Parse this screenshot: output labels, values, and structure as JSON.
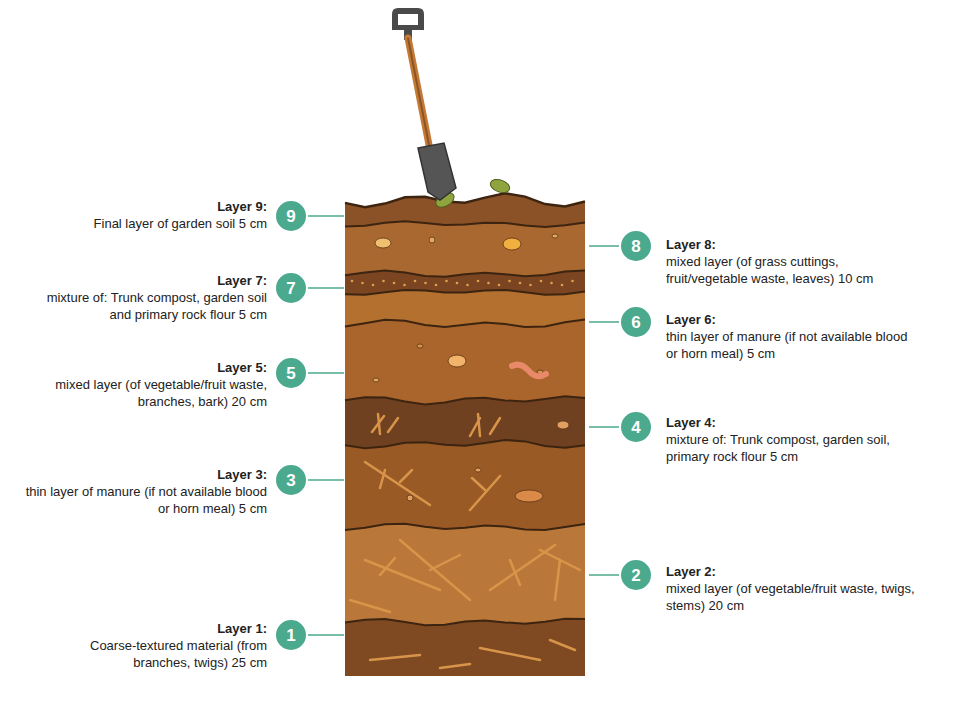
{
  "diagram": {
    "nodes": [
      {
        "text": [
          "9"
        ]
      },
      {
        "text": [
          "8"
        ]
      },
      {
        "text": [
          "7"
        ]
      },
      {
        "text": [
          "6"
        ]
      },
      {
        "text": [
          "5"
        ]
      },
      {
        "text": [
          "4"
        ]
      },
      {
        "text": [
          "3"
        ]
      },
      {
        "text": [
          "2"
        ]
      },
      {
        "text": [
          "1"
        ]
      }
    ],
    "labels": [
      "Layer 9:",
      "Final layer of garden soil 5 cm",
      "Layer 8:",
      "mixed layer (of grass cuttings, fruit/vegetable waste, leaves) 10 cm",
      "Layer 7:",
      "mixture of: Trunk compost, garden soil and primary rock flour 5 cm",
      "Layer 6:",
      "thin layer of manure (if not available blood or horn meal) 5 cm",
      "Layer 5:",
      "mixed layer (of vegetable/fruit waste, branches, bark) 20 cm",
      "Layer 4:",
      "mixture of: Trunk compost, garden soil, primary rock flour 5 cm",
      "Layer 3:",
      "thin layer of manure (if not available blood or horn meal) 5 cm",
      "Layer 2:",
      "mixed layer (of vegetable/fruit waste, twigs, stems) 20 cm",
      "Layer 1:",
      "Coarse-textured material (from branches, twigs) 25 cm"
    ]
  }
}
